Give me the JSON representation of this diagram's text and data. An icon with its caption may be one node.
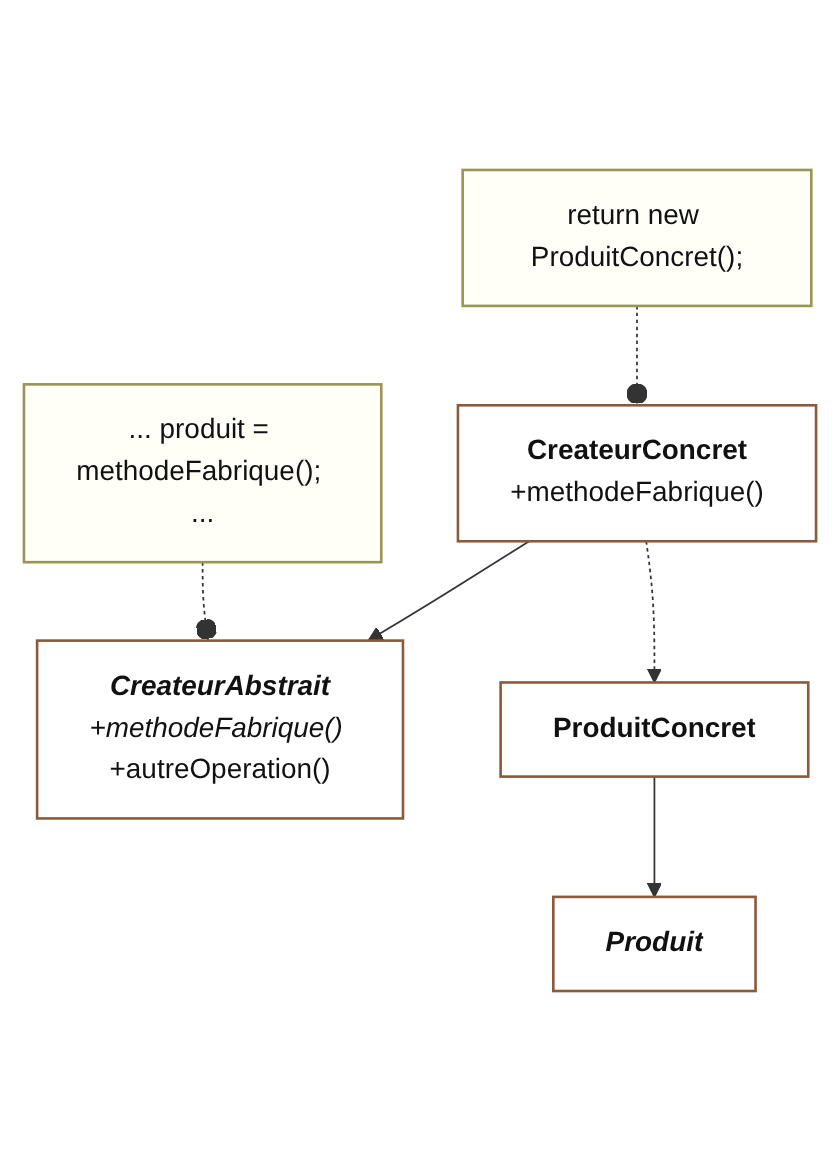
{
  "diagram": {
    "nodes": [
      {
        "text": [
          "... produit = methodeFabrique(); ..."
        ]
      },
      {
        "text": [
          "CreateurAbstrait",
          "*+methodeFabrique()* +autreOperation()"
        ]
      },
      {
        "text": [
          "return new ProduitConcret();"
        ]
      },
      {
        "text": [
          "CreateurConcret",
          "+methodeFabrique()"
        ]
      },
      {
        "text": [
          "Produit"
        ]
      },
      {
        "text": [
          "ProduitConcret"
        ]
      }
    ],
    "edges": [
      {
        "from": 0,
        "to": 1,
        "arrow": "other",
        "style": "dashed"
      },
      {
        "from": 3,
        "to": 1,
        "arrow": "to"
      },
      {
        "from": 2,
        "to": 3,
        "arrow": "other",
        "style": "dashed"
      },
      {
        "from": 3,
        "to": 5,
        "arrow": "to",
        "style": "dashed"
      },
      {
        "from": 5,
        "to": 4,
        "arrow": "to"
      }
    ]
  }
}
